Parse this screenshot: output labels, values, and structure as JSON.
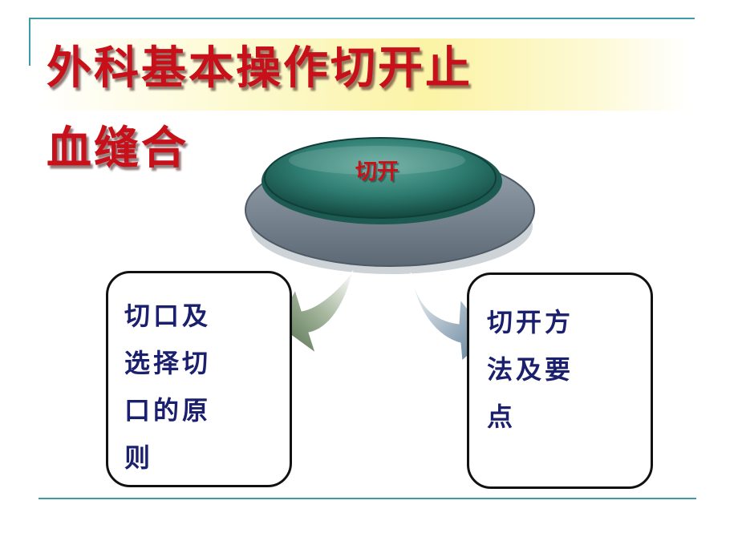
{
  "title": {
    "line1": "外科基本操作切开止",
    "line2": "血缝合"
  },
  "center_node": {
    "label": "切开"
  },
  "left_box": {
    "text": "切口及\n选择切\n口的原\n则"
  },
  "right_box": {
    "text": "切开方\n法及要\n点"
  },
  "colors": {
    "title_red": "#c8101a",
    "box_text_navy": "#1a1f6e",
    "frame_teal": "#3f9aa3",
    "node_teal": "#2f7d72",
    "node_rim_grey": "#7a8a96",
    "left_arrow_green": "#5a7a52",
    "right_arrow_steel": "#6e8ea4"
  }
}
